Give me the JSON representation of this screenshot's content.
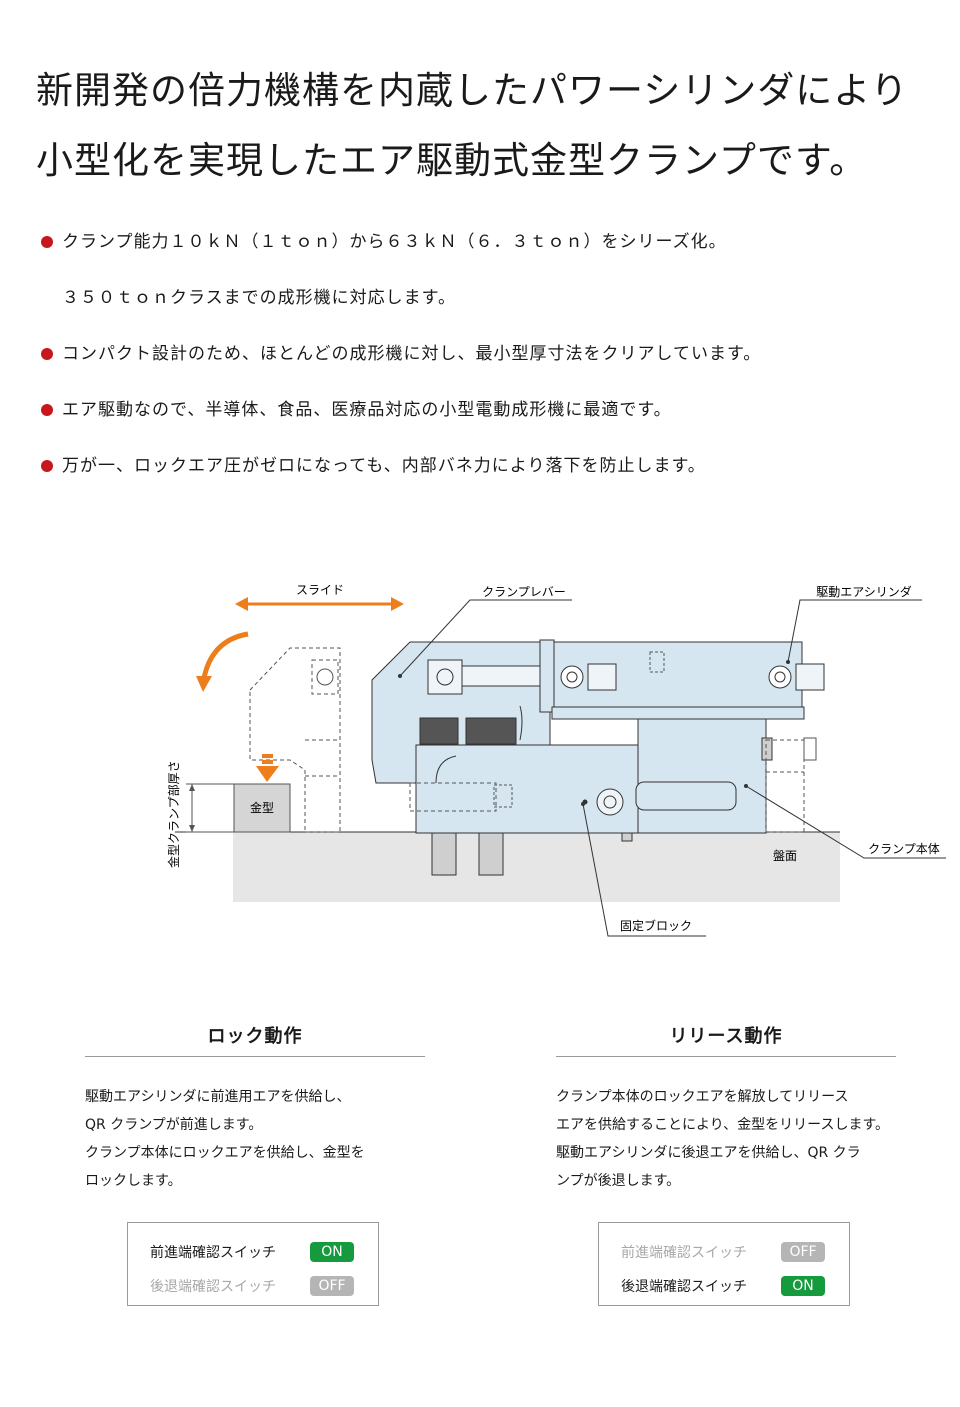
{
  "headline": {
    "line1": "新開発の倍力機構を内蔵したパワーシリンダにより",
    "line2": "小型化を実現したエア駆動式金型クランプです。"
  },
  "features": [
    {
      "text": "クランプ能力１０ｋＮ（１ｔｏｎ）から６３ｋＮ（６．３ｔｏｎ）をシリーズ化。",
      "sub": "３５０ｔｏｎクラスまでの成形機に対応します。"
    },
    {
      "text": "コンパクト設計のため、ほとんどの成形機に対し、最小型厚寸法をクリアしています。"
    },
    {
      "text": "エア駆動なので、半導体、食品、医療品対応の小型電動成形機に最適です。"
    },
    {
      "text": "万が一、ロックエア圧がゼロになっても、内部バネ力により落下を防止します。"
    }
  ],
  "diagram": {
    "slide_label": "スライド",
    "clamp_lever_label": "クランプレバー",
    "cylinder_label": "駆動エアシリンダ",
    "mold_label": "金型",
    "thickness_label": "金型クランプ部厚さ",
    "table_label": "盤面",
    "body_label": "クランプ本体",
    "block_label": "固定ブロック"
  },
  "lock": {
    "title": "ロック動作",
    "lines": [
      "駆動エアシリンダに前進用エアを供給し、",
      "QR クランプが前進します。",
      "クランプ本体にロックエアを供給し、金型を",
      "ロックします。"
    ],
    "switches": [
      {
        "label": "前進端確認スイッチ",
        "state": "ON"
      },
      {
        "label": "後退端確認スイッチ",
        "state": "OFF"
      }
    ]
  },
  "release": {
    "title": "リリース動作",
    "lines": [
      "クランプ本体のロックエアを解放してリリース",
      "エアを供給することにより、金型をリリースします。",
      "駆動エアシリンダに後退エアを供給し、QR クラ",
      "ンプが後退します。"
    ],
    "switches": [
      {
        "label": "前進端確認スイッチ",
        "state": "OFF"
      },
      {
        "label": "後退端確認スイッチ",
        "state": "ON"
      }
    ]
  },
  "colors": {
    "accent_orange": "#ee7d1c",
    "bullet_red": "#c8161d",
    "on_green": "#169a3e",
    "off_gray": "#b5b5b5",
    "body_blue": "#d6e6f1"
  }
}
